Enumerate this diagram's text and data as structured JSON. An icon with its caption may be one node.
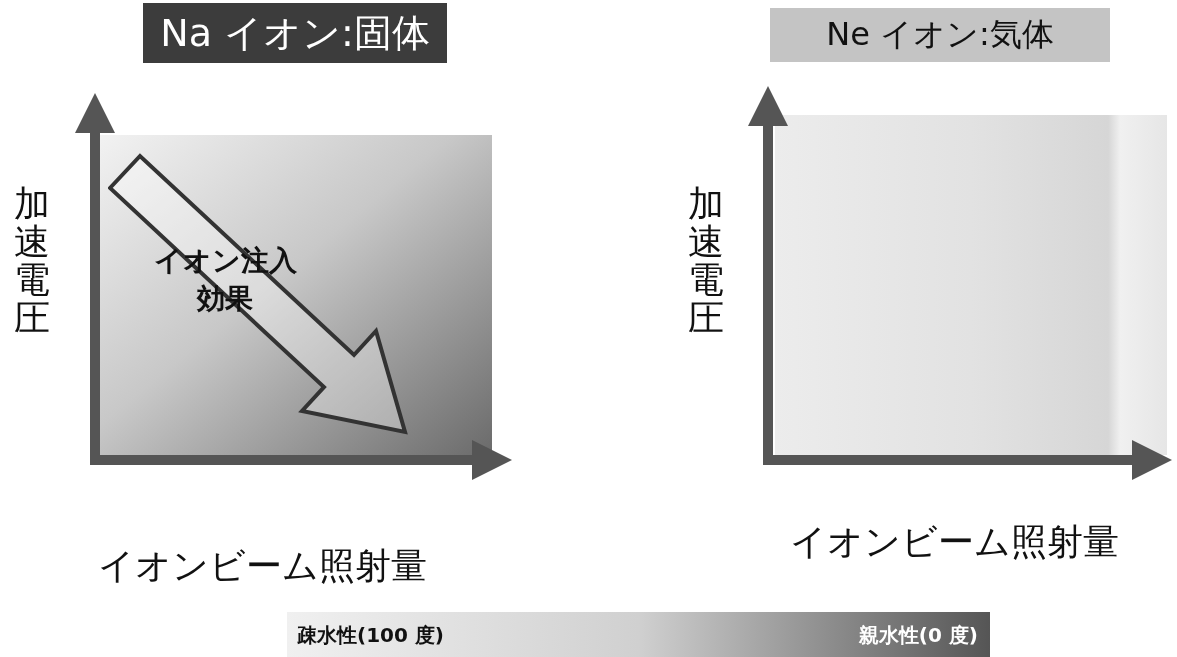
{
  "diagram": {
    "nodes": [
      {
        "text": [
          "Na イオン:固体"
        ]
      },
      {
        "text": [
          "Ne イオン:気体"
        ]
      },
      {
        "text": [
          "イオン注入効果"
        ]
      },
      {
        "text": [
          "疎水性(100 度)",
          "親水性(0 度)"
        ]
      }
    ],
    "edges": [],
    "labels": [
      "加速電圧",
      "加速電圧",
      "イオンビーム照射量",
      "イオンビーム照射量"
    ]
  }
}
